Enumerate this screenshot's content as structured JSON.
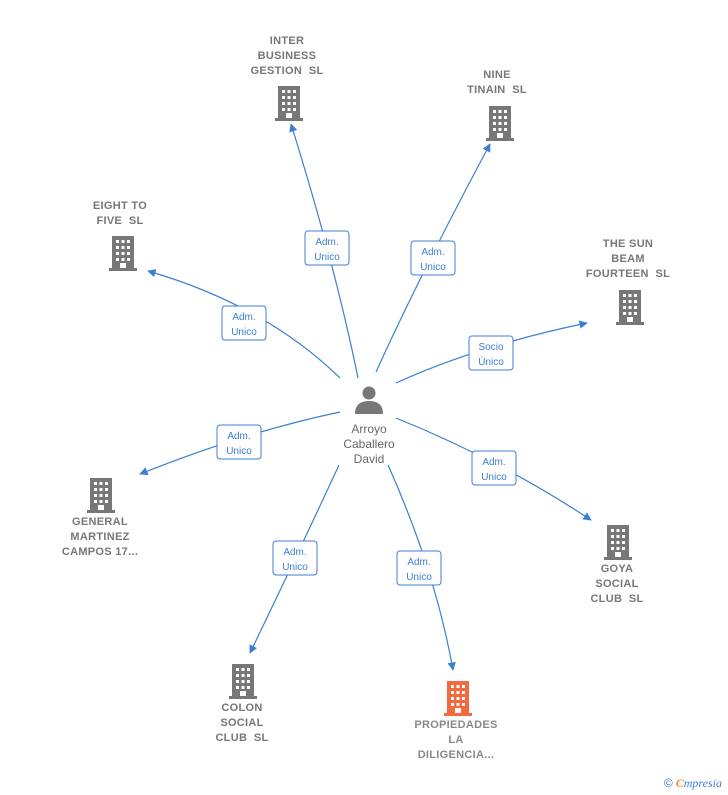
{
  "center": {
    "name_lines": [
      "Arroyo",
      "Caballero",
      "David"
    ],
    "icon": "person-icon"
  },
  "companies": [
    {
      "id": "inter-business",
      "lines": [
        "INTER",
        "BUSINESS",
        "GESTION  SL"
      ],
      "icon": "building-icon",
      "color": "#777777"
    },
    {
      "id": "nine-tinain",
      "lines": [
        "NINE",
        "TINAIN  SL"
      ],
      "icon": "building-icon",
      "color": "#777777"
    },
    {
      "id": "eight-to-five",
      "lines": [
        "EIGHT TO",
        "FIVE  SL"
      ],
      "icon": "building-icon",
      "color": "#777777"
    },
    {
      "id": "the-sun-beam",
      "lines": [
        "THE SUN",
        "BEAM",
        "FOURTEEN  SL"
      ],
      "icon": "building-icon",
      "color": "#777777"
    },
    {
      "id": "general-martinez",
      "lines": [
        "GENERAL",
        "MARTINEZ",
        "CAMPOS 17..."
      ],
      "icon": "building-icon",
      "color": "#777777"
    },
    {
      "id": "goya-social",
      "lines": [
        "GOYA",
        "SOCIAL",
        "CLUB  SL"
      ],
      "icon": "building-icon",
      "color": "#777777"
    },
    {
      "id": "colon-social",
      "lines": [
        "COLON",
        "SOCIAL",
        "CLUB  SL"
      ],
      "icon": "building-icon",
      "color": "#777777"
    },
    {
      "id": "propiedades",
      "lines": [
        "PROPIEDADES",
        "LA",
        "DILIGENCIA..."
      ],
      "icon": "building-icon",
      "color": "#f26a3d"
    }
  ],
  "relations": [
    {
      "target": "inter-business",
      "lines": [
        "Adm.",
        "Unico"
      ]
    },
    {
      "target": "nine-tinain",
      "lines": [
        "Adm.",
        "Unico"
      ]
    },
    {
      "target": "eight-to-five",
      "lines": [
        "Adm.",
        "Unico"
      ]
    },
    {
      "target": "the-sun-beam",
      "lines": [
        "Socio",
        "Único"
      ]
    },
    {
      "target": "general-martinez",
      "lines": [
        "Adm.",
        "Unico"
      ]
    },
    {
      "target": "goya-social",
      "lines": [
        "Adm.",
        "Unico"
      ]
    },
    {
      "target": "colon-social",
      "lines": [
        "Adm.",
        "Unico"
      ]
    },
    {
      "target": "propiedades",
      "lines": [
        "Adm.",
        "Unico"
      ]
    }
  ],
  "footer": {
    "copyright": "©",
    "brand_first": "C",
    "brand_rest": "mpresia"
  },
  "colors": {
    "edge": "#3b7fd4",
    "building": "#777777",
    "highlight": "#f26a3d"
  }
}
